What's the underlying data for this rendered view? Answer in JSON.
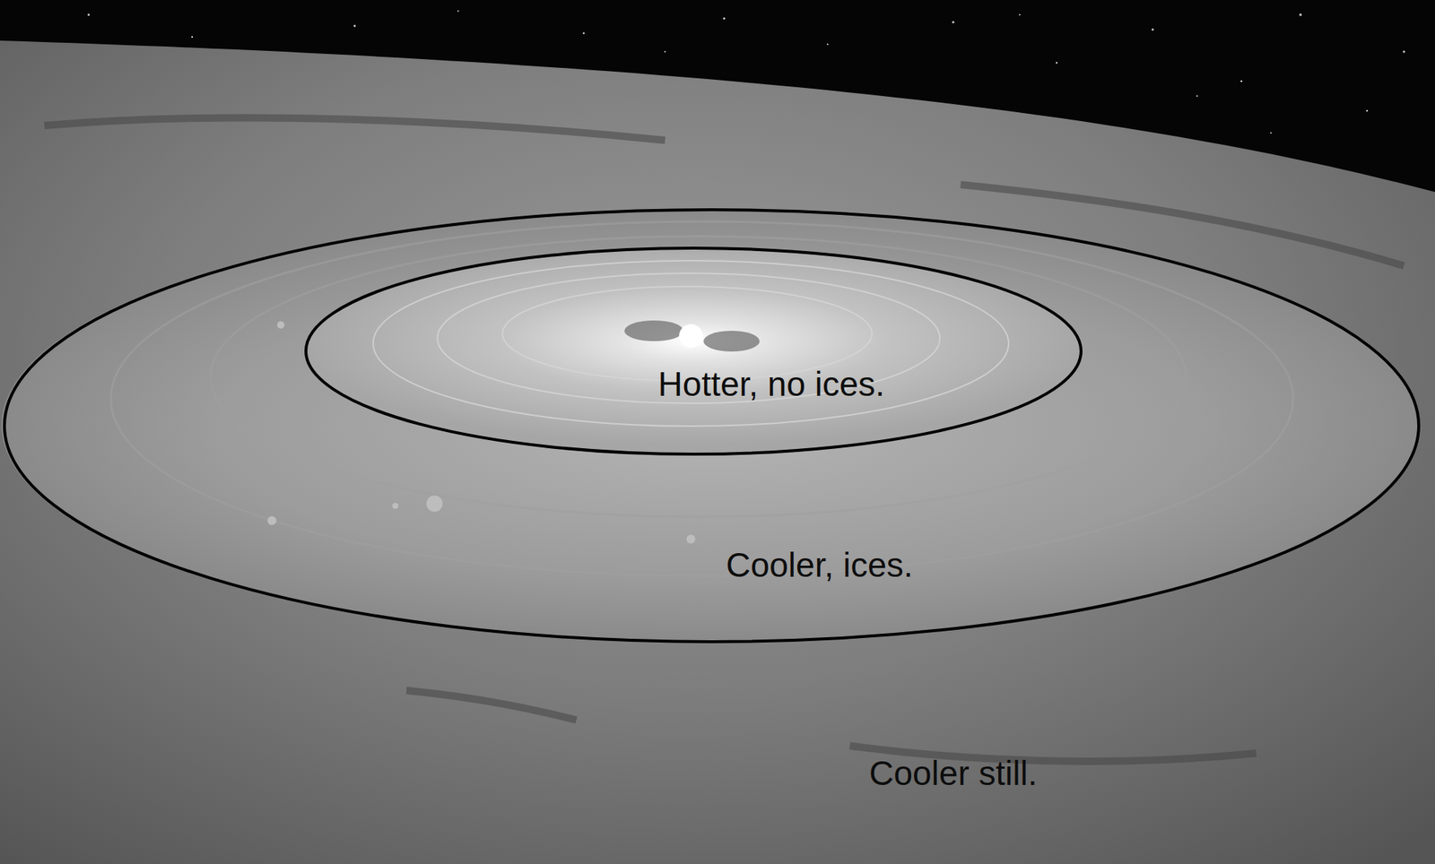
{
  "diagram": {
    "nodes": [
      {
        "text": [
          "Cooler, ices."
        ]
      },
      {
        "text": [
          "Hotter, no ices."
        ],
        "in": 0
      }
    ],
    "labels": [
      "Cooler still."
    ]
  }
}
